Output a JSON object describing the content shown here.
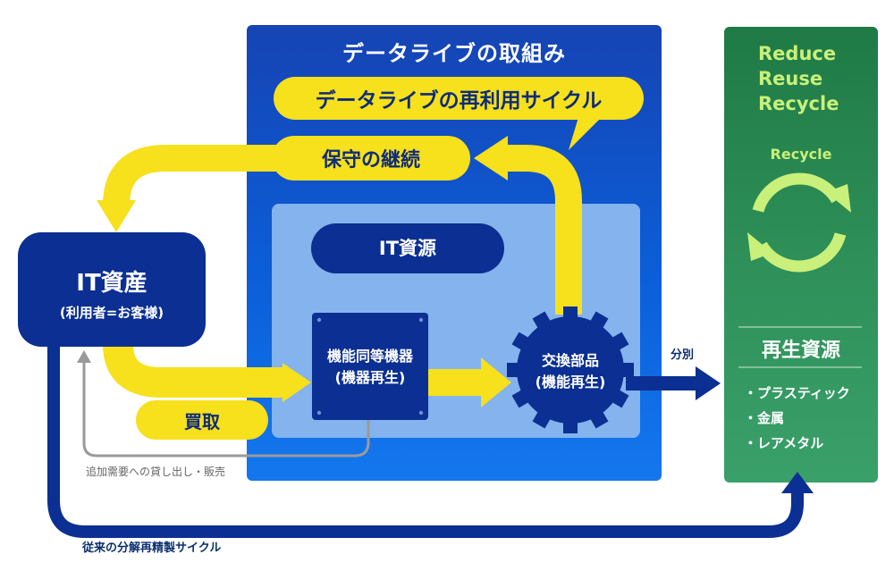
{
  "center": {
    "title": "データライブの取組み",
    "cycle_callout": "データライブの再利用サイクル",
    "maintenance": "保守の継続",
    "it_resource": "IT資源",
    "equivalent_device_l1": "機能同等機器",
    "equivalent_device_l2": "(機器再生)",
    "parts_l1": "交換部品",
    "parts_l2": "(機能再生)",
    "buy": "買取"
  },
  "left": {
    "asset_title": "IT資産",
    "asset_sub": "(利用者=お客様)",
    "rental_note": "追加需要への貸し出し・販売",
    "traditional_cycle": "従来の分解再精製サイクル"
  },
  "sort_label": "分別",
  "right": {
    "rrr": [
      "Reduce",
      "Reuse",
      "Recycle"
    ],
    "recycle_label": "Recycle",
    "resource_title": "再生資源",
    "items": [
      "・プラスティック",
      "・金属",
      "・レアメタル"
    ]
  },
  "colors": {
    "yellow": "#f7e01c",
    "navy": "#0b2f92",
    "blue": "#0b5ed8",
    "green": "#2e8f58",
    "lime": "#c8f07a"
  }
}
